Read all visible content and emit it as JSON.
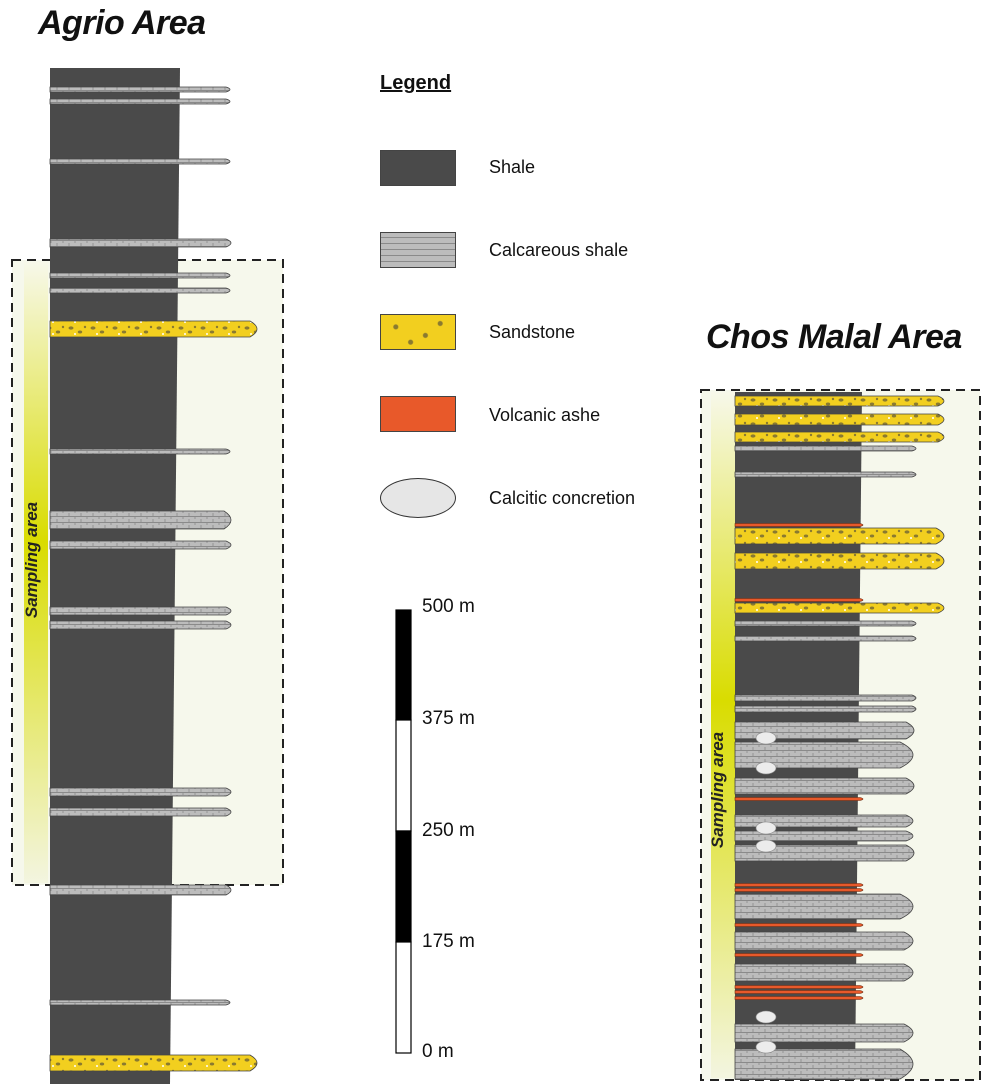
{
  "titles": {
    "agrio": "Agrio Area",
    "chos_malal": "Chos Malal Area"
  },
  "legend": {
    "heading": "Legend",
    "items": [
      {
        "label": "Shale",
        "icon": "shale-swatch"
      },
      {
        "label": "Calcareous shale",
        "icon": "calcareous-shale-swatch"
      },
      {
        "label": "Sandstone",
        "icon": "sandstone-swatch"
      },
      {
        "label": "Volcanic ashe",
        "icon": "volcanic-ash-swatch"
      },
      {
        "label": "Calcitic concretion",
        "icon": "calcitic-concretion-swatch"
      }
    ]
  },
  "scale_bar": {
    "labels": [
      "500 m",
      "375 m",
      "250 m",
      "175 m",
      "0 m"
    ]
  },
  "sampling_area_label": "Sampling area",
  "colors": {
    "shale": "#4a4a4a",
    "calcareous": "#bcbcbc",
    "sandstone": "#f2cf1f",
    "volcanic": "#e8592a",
    "concretion": "#e6e6e6",
    "sampling_fill": "#f6f8ec",
    "sampling_bar": "#d9dc00"
  }
}
